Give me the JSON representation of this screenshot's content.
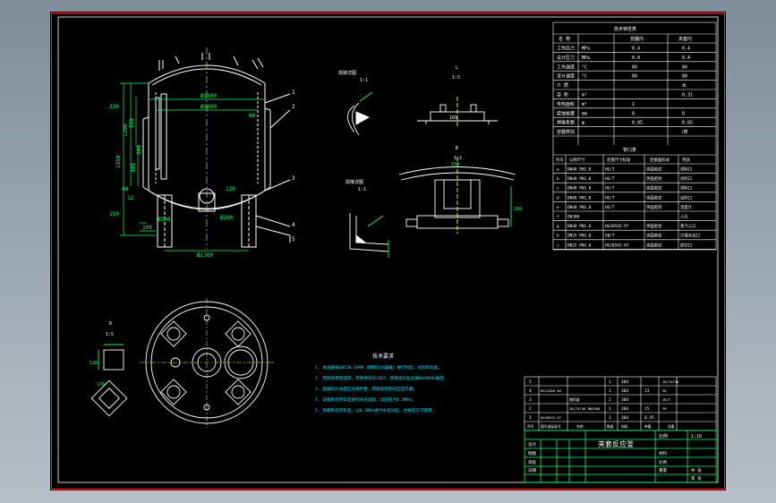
{
  "drawing": {
    "title": "Vessel assembly drawing",
    "title_block_name": "夹套反应釜",
    "colors": {
      "background": "#000000",
      "frame": "#ff2020",
      "geometry": "#ffffff",
      "dimensions": "#00ff66",
      "notes": "#00e5ff",
      "labels": "#ffff33",
      "title_block": "#00ff66"
    }
  },
  "main_view": {
    "dims": {
      "inner_dia": "Ø1500",
      "jacket_dia": "Ø1600",
      "total_h": "1950",
      "h1": "1200",
      "h2": "550",
      "h3": "400",
      "h4": "300",
      "leg_span": "Ø1300",
      "bottom": "100",
      "hub": "Ø200",
      "skirt": "Ø300",
      "side1": "60",
      "side2": "120",
      "side3": "40",
      "side4": "12",
      "left_a": "330",
      "left_b": "150"
    },
    "callouts": [
      "1",
      "2",
      "3",
      "4",
      "5"
    ]
  },
  "details": {
    "d1": {
      "title": "1:1",
      "label": "焊接详图"
    },
    "d2": {
      "title": "1:1",
      "label": "焊接详图"
    },
    "d3": {
      "title": "1:5",
      "dim": "165"
    },
    "d4": {
      "title": "1:2",
      "dims": [
        "150",
        "260"
      ]
    },
    "d5": {
      "title": "1:5",
      "dims": [
        "120",
        "170"
      ]
    }
  },
  "notes": {
    "heading": "技术要求",
    "lines": [
      "1. 本设备按GB150-1998《钢制压力容器》进行制造、试验和验收。",
      "2. 焊接采用电弧焊，焊条牌号为J422，焊接接头型式按HG20583规定。",
      "3. 容器内外表面应光滑平整，焊缝及热影响区应打磨。",
      "4. 设备制造完毕后进行水压试验，试验压力0.5MPa。",
      "5. 夹套制造完毕后，以0.5MPa进行水压试验，合格后方可使用。"
    ]
  },
  "spec_table": {
    "title": "技术特性表",
    "headers": [
      "名  称",
      "",
      "容器内",
      "夹套内"
    ],
    "rows": [
      [
        "工作压力",
        "MPa",
        "0.4",
        "0.4"
      ],
      [
        "设计压力",
        "MPa",
        "0.4",
        "0.4"
      ],
      [
        "工作温度",
        "°C",
        "80",
        "80"
      ],
      [
        "设计温度",
        "°C",
        "80",
        "80"
      ],
      [
        "介    质",
        "",
        "",
        "水"
      ],
      [
        "容    积",
        "m³",
        "",
        "0.31"
      ],
      [
        "传热面积",
        "m²",
        "1",
        ""
      ],
      [
        "腐蚀裕量",
        "mm",
        "0",
        "0"
      ],
      [
        "焊接系数",
        "φ",
        "0.85",
        "0.85"
      ],
      [
        "容器类别",
        "",
        "",
        "Ⅰ类"
      ]
    ]
  },
  "nozzle_table": {
    "title": "管口表",
    "headers": [
      "符号",
      "公称尺寸",
      "连接尺寸标准",
      "连接面形式",
      "用途"
    ],
    "rows": [
      [
        "a",
        "DN40 PN1.0",
        "HG/T",
        "突面密封",
        "进料口"
      ],
      [
        "b",
        "DN40 PN1.0",
        "HG/T",
        "突面密封",
        "进料口"
      ],
      [
        "c",
        "DN40 PN1.0",
        "HG/T",
        "突面密封",
        "进料口"
      ],
      [
        "d",
        "DN40 PN1.0",
        "HG/T",
        "突面密封",
        "出料口"
      ],
      [
        "e",
        "DN40 PN1.0",
        "HG/T",
        "突面密封",
        "温度计"
      ],
      [
        "f",
        "DN300",
        "",
        "",
        "人孔"
      ],
      [
        "g",
        "DN40 PN1.6",
        "HG20592-97",
        "突面密封",
        "蒸汽入口"
      ],
      [
        "h",
        "DN25 PN1.0",
        "GB/T",
        "突面密封",
        "冷凝水出口"
      ],
      [
        "i",
        "DN25 PN1.0",
        "HG20592-97",
        "突面密封",
        "放空口"
      ]
    ]
  },
  "bom": {
    "rows": [
      [
        "5",
        "",
        "",
        "1",
        "304",
        "",
        "JB/T4736"
      ],
      [
        "4",
        "HG21506-96",
        "",
        "1",
        "304",
        "13",
        "28"
      ],
      [
        "3",
        "",
        "搅拌器",
        "2",
        "304",
        "",
        "JB/T"
      ],
      [
        "2",
        "",
        "JB/T4746 DN1600",
        "1",
        "304",
        "15",
        "36"
      ],
      [
        "1",
        "HG20592-97",
        "",
        "1",
        "304",
        "0.45",
        ""
      ]
    ],
    "headers": [
      "序号",
      "图号或标准号",
      "名称",
      "数量",
      "材料",
      "单重",
      "总重"
    ]
  },
  "title_block": {
    "right_header": "比例",
    "ratio": "1:10",
    "cells": [
      "设计",
      "制图",
      "审核",
      "日期",
      "材料",
      "比例",
      "重量",
      "共 张",
      "第 张"
    ]
  }
}
